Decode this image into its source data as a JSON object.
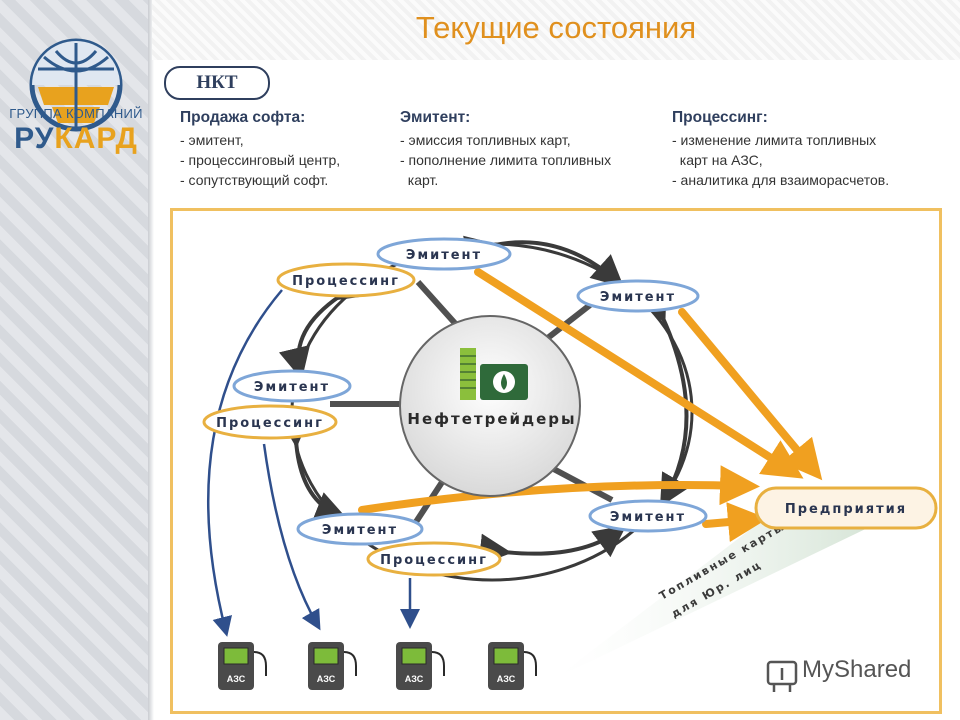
{
  "title": "Текущие состояния",
  "logo": {
    "line1": "ГРУППА КОМПАНИЙ",
    "brand_part1": "РУ",
    "brand_part2": "КАРД"
  },
  "tag": "НКТ",
  "columns": [
    {
      "heading": "Продажа софта:",
      "lines": [
        "- эмитент,",
        "- процессинговый центр,",
        "- сопутствующий софт."
      ]
    },
    {
      "heading": "Эмитент:",
      "lines": [
        "- эмиссия топливных карт,",
        "- пополнение лимита топливных",
        "  карт."
      ]
    },
    {
      "heading": "Процессинг:",
      "lines": [
        "- изменение лимита топливных",
        "  карт на АЗС,",
        "- аналитика для взаиморасчетов."
      ]
    }
  ],
  "diagram": {
    "center_label": "Нефтетрейдеры",
    "nodes": {
      "emitent_top": "Эмитент",
      "processing_top": "Процессинг",
      "emitent_right": "Эмитент",
      "emitent_left": "Эмитент",
      "processing_left": "Процессинг",
      "emitent_bottom": "Эмитент",
      "processing_bottom": "Процессинг",
      "emitent_bottom_right": "Эмитент",
      "enterprises": "Предприятия"
    },
    "azs_label": "АЗС",
    "beam_line1": "Топливные карты",
    "beam_line2": "для Юр. лиц",
    "colors": {
      "orange": "#f0a020",
      "blue_border": "#7ea6d8",
      "orange_border": "#e8b040",
      "dark": "#3a3a3a"
    }
  },
  "watermark": "MyShared"
}
